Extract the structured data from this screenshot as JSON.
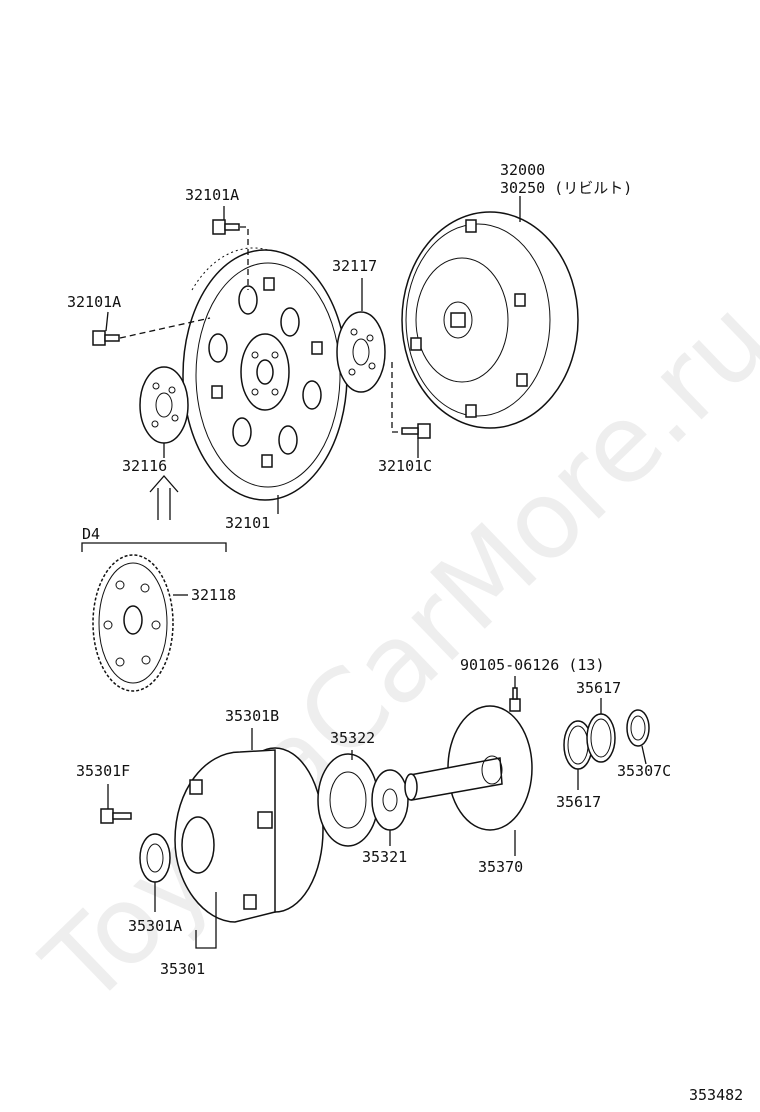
{
  "watermark": "ToyotaCarMore.ru",
  "diagram_id": "353482",
  "group_label": "D4",
  "labels": {
    "p32000": "32000",
    "p30250": "30250 (リビルト)",
    "p32101A_top": "32101A",
    "p32101A_left": "32101A",
    "p32117": "32117",
    "p32116": "32116",
    "p32101C": "32101C",
    "p32101": "32101",
    "p32118": "32118",
    "p90105": "90105-06126 (13)",
    "p35617_top": "35617",
    "p35301B": "35301B",
    "p35322": "35322",
    "p35301F": "35301F",
    "p35307C": "35307C",
    "p35617_bottom": "35617",
    "p35321": "35321",
    "p35370": "35370",
    "p35301A": "35301A",
    "p35301": "35301"
  }
}
